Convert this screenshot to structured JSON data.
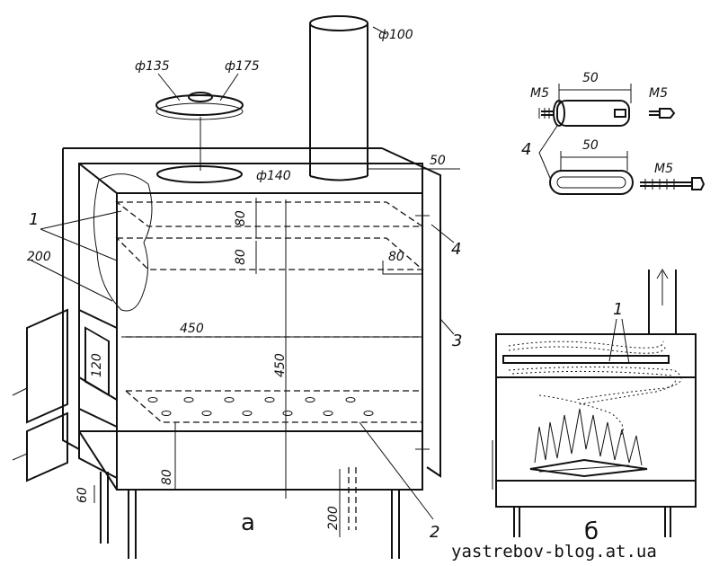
{
  "diagram": {
    "dimensions": {
      "chimney_diameter": "ф100",
      "lid_inner_diameter": "ф135",
      "lid_outer_diameter": "ф175",
      "top_hole_diameter": "ф140",
      "side_gap": "50",
      "upper_gap_a": "80",
      "upper_gap_b": "80",
      "baffle_offset": "80",
      "shelf_depth": "200",
      "body_width": "450",
      "body_height": "450",
      "door_height": "120",
      "grate_height": "80",
      "leg_offset": "60",
      "leg_height": "200",
      "bolt_length_a": "50",
      "bolt_length_b": "50",
      "screw_a": "M5",
      "screw_b": "M5",
      "screw_c": "M5"
    },
    "callouts": {
      "part_1": "1",
      "part_2": "2",
      "part_3": "3",
      "part_4_main": "4",
      "part_4_detail": "4",
      "part_1_section": "1"
    },
    "view_labels": {
      "main_view": "а",
      "section_view": "б"
    },
    "watermark": "yastrebov-blog.at.ua"
  }
}
